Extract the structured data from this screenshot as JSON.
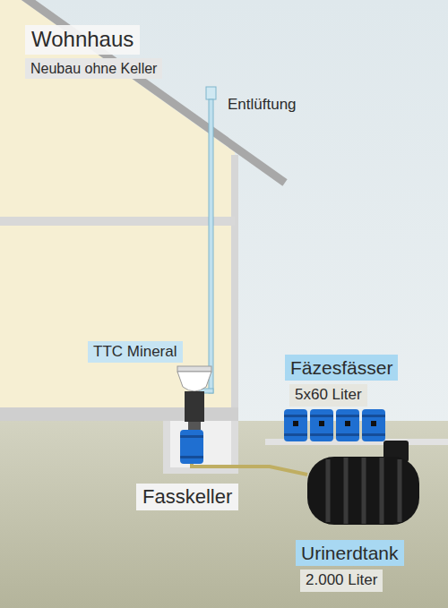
{
  "diagram": {
    "nodes": [
      {
        "text": [
          "Wohnhaus",
          "Neubau ohne Keller"
        ]
      },
      {
        "text": [
          "TTC Mineral"
        ]
      },
      {
        "text": [
          "Fäzesfässer",
          "5x60 Liter"
        ]
      },
      {
        "text": [
          "Fasskeller"
        ]
      },
      {
        "text": [
          "Urinerdtank",
          "2.000 Liter"
        ]
      }
    ],
    "edges": [
      {
        "from": 3,
        "to": 4,
        "arrow": "none"
      }
    ],
    "labels": [
      "Entlüftung"
    ]
  }
}
